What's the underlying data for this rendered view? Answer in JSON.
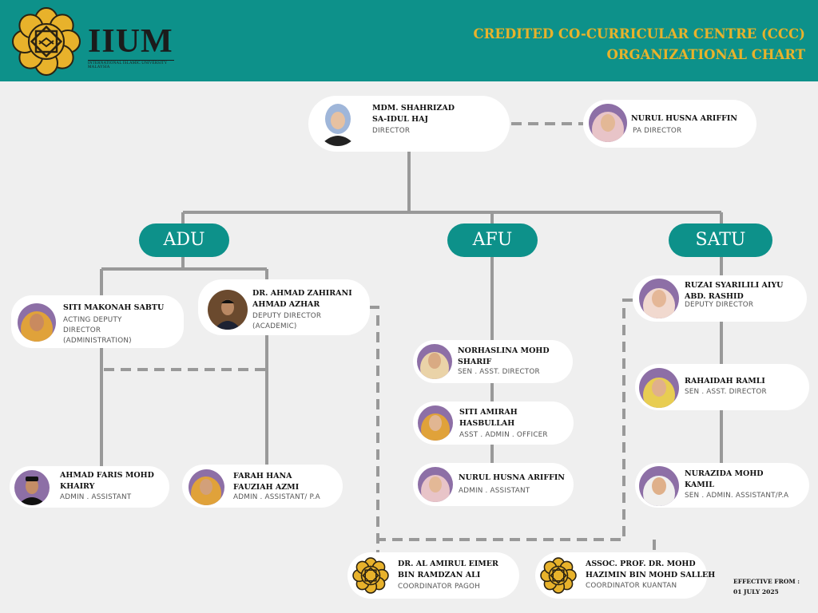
{
  "header": {
    "logo_text": "IIUM",
    "logo_subtext": "INTERNATIONAL ISLAMIC UNIVERSITY MALAYSIA",
    "title_line1": "CREDITED CO-CURRICULAR CENTRE (CCC)",
    "title_line2": "ORGANIZATIONAL CHART"
  },
  "units": {
    "adu": "ADU",
    "afu": "AFU",
    "satu": "SATU"
  },
  "people": {
    "director": {
      "name1": "MDM. SHAHRIZAD",
      "name2": "SA-IDUL HAJ",
      "role1": "DIRECTOR"
    },
    "pa_director": {
      "name1": "NURUL HUSNA ARIFFIN",
      "role1": "PA DIRECTOR"
    },
    "siti_makonah": {
      "name1": "SITI MAKONAH SABTU",
      "role1": "ACTING DEPUTY",
      "role2": "DIRECTOR",
      "role3": "(ADMINISTRATION)"
    },
    "ahmad_zahirani": {
      "name1": "DR. AHMAD ZAHIRANI",
      "name2": "AHMAD AZHAR",
      "role1": "DEPUTY DIRECTOR",
      "role2": "(ACADEMIC)"
    },
    "ahmad_faris": {
      "name1": "AHMAD FARIS MOHD",
      "name2": "KHAIRY",
      "role1": "ADMIN . ASSISTANT"
    },
    "farah_hana": {
      "name1": "FARAH HANA",
      "name2": "FAUZIAH AZMI",
      "role1": "ADMIN . ASSISTANT/ P.A"
    },
    "norhaslina": {
      "name1": "NORHASLINA MOHD",
      "name2": "SHARIF",
      "role1": "SEN . ASST. DIRECTOR"
    },
    "siti_amirah": {
      "name1": "SITI AMIRAH",
      "name2": "HASBULLAH",
      "role1": "ASST . ADMIN . OFFICER"
    },
    "nurul_husna_afu": {
      "name1": "NURUL HUSNA ARIFFIN",
      "role1": "ADMIN . ASSISTANT"
    },
    "ruzai": {
      "name1": "RUZAI SYARILILI AIYU",
      "name2": "ABD. RASHID",
      "role1": "DEPUTY DIRECTOR"
    },
    "rahaidah": {
      "name1": "RAHAIDAH RAMLI",
      "role1": "SEN .  ASST. DIRECTOR"
    },
    "nurazida": {
      "name1": "NURAZIDA MOHD",
      "name2": "KAMIL",
      "role1": "SEN . ADMIN. ASSISTANT/P.A"
    },
    "al_amirul": {
      "name1": "DR. AL AMIRUL EIMER",
      "name2": "BIN RAMDZAN ALI",
      "role1": "COORDINATOR PAGOH"
    },
    "hazimin": {
      "name1": "ASSOC. PROF. DR. MOHD",
      "name2": "HAZIMIN BIN MOHD SALLEH",
      "role1": "COORDINATOR KUANTAN"
    }
  },
  "effective": {
    "label": "EFFECTIVE FROM :",
    "date": "01 JULY 2025"
  },
  "colors": {
    "teal": "#0d918a",
    "gold": "#e8b22b",
    "line": "#999999"
  }
}
